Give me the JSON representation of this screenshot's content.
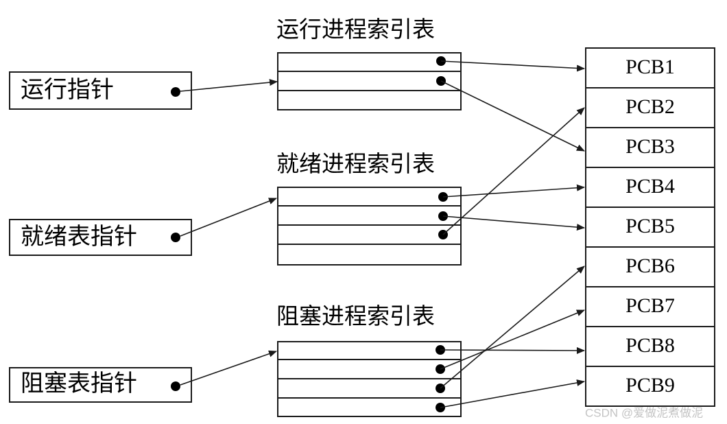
{
  "pointers": [
    {
      "id": "running",
      "label": "运行指针"
    },
    {
      "id": "ready",
      "label": "就绪表指针"
    },
    {
      "id": "blocked",
      "label": "阻塞表指针"
    }
  ],
  "index_tables": [
    {
      "id": "running",
      "title": "运行进程索引表",
      "rows": 3,
      "entries": [
        "PCB1",
        "PCB3",
        null
      ]
    },
    {
      "id": "ready",
      "title": "就绪进程索引表",
      "rows": 4,
      "entries": [
        "PCB4",
        "PCB5",
        "PCB2",
        null
      ]
    },
    {
      "id": "blocked",
      "title": "阻塞进程索引表",
      "rows": 4,
      "entries": [
        "PCB8",
        "PCB7",
        "PCB6",
        "PCB9"
      ]
    }
  ],
  "pcbs": [
    "PCB1",
    "PCB2",
    "PCB3",
    "PCB4",
    "PCB5",
    "PCB6",
    "PCB7",
    "PCB8",
    "PCB9"
  ],
  "watermark": "CSDN @爱做泥煮做泥"
}
